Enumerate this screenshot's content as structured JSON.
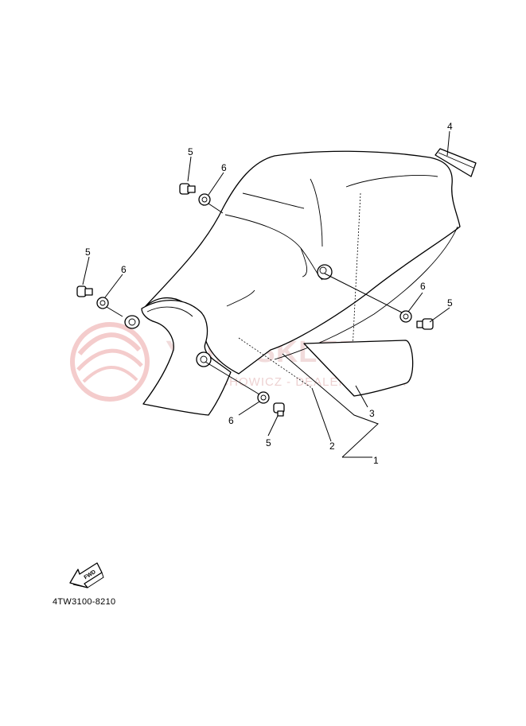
{
  "diagram": {
    "part_code": "4TW3100-8210",
    "fwd_label": "FWD",
    "callouts": [
      "1",
      "2",
      "3",
      "4",
      "5",
      "6"
    ]
  },
  "watermark": {
    "main": "YAMASKLEP.PL",
    "sub": "WOJCIECHOWICZ - DEALER YAMAHA",
    "color": "#d89a9a"
  }
}
